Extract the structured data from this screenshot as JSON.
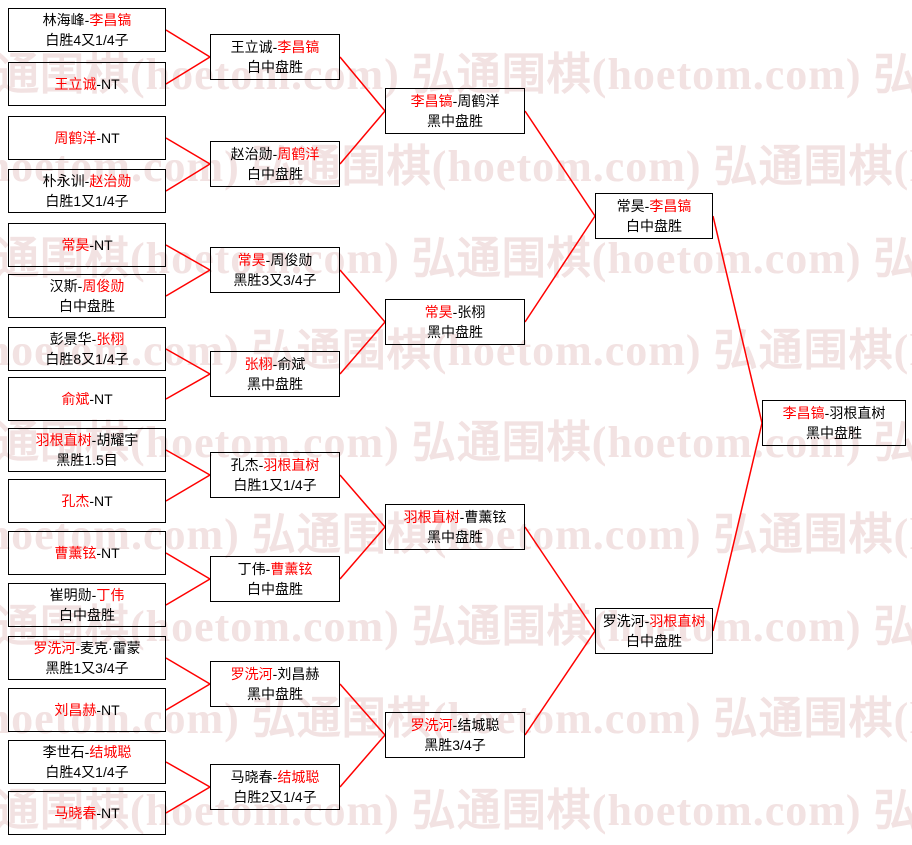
{
  "watermark": {
    "text": "弘通围棋(hoetom.com)"
  },
  "colors": {
    "red": "#ff0000",
    "black": "#000000",
    "line": "#ff0000",
    "watermark": "#f2e2e2"
  },
  "rounds": [
    {
      "matches": [
        {
          "p": [
            {
              "t": "林海峰-",
              "c": "blk"
            },
            {
              "t": "李昌镐",
              "c": "red"
            }
          ],
          "result": "白胜4又1/4子"
        },
        {
          "p": [
            {
              "t": "王立诚",
              "c": "red"
            },
            {
              "t": "-NT",
              "c": "blk"
            }
          ],
          "result": ""
        },
        {
          "p": [
            {
              "t": "周鹤洋",
              "c": "red"
            },
            {
              "t": "-NT",
              "c": "blk"
            }
          ],
          "result": ""
        },
        {
          "p": [
            {
              "t": "朴永训-",
              "c": "blk"
            },
            {
              "t": "赵治勋",
              "c": "red"
            }
          ],
          "result": "白胜1又1/4子"
        },
        {
          "p": [
            {
              "t": "常昊",
              "c": "red"
            },
            {
              "t": "-NT",
              "c": "blk"
            }
          ],
          "result": ""
        },
        {
          "p": [
            {
              "t": "汉斯-",
              "c": "blk"
            },
            {
              "t": "周俊勋",
              "c": "red"
            }
          ],
          "result": "白中盘胜"
        },
        {
          "p": [
            {
              "t": "彭景华-",
              "c": "blk"
            },
            {
              "t": "张栩",
              "c": "red"
            }
          ],
          "result": "白胜8又1/4子"
        },
        {
          "p": [
            {
              "t": "俞斌",
              "c": "red"
            },
            {
              "t": "-NT",
              "c": "blk"
            }
          ],
          "result": ""
        },
        {
          "p": [
            {
              "t": "羽根直树",
              "c": "red"
            },
            {
              "t": "-胡耀宇",
              "c": "blk"
            }
          ],
          "result": "黑胜1.5目"
        },
        {
          "p": [
            {
              "t": "孔杰",
              "c": "red"
            },
            {
              "t": "-NT",
              "c": "blk"
            }
          ],
          "result": ""
        },
        {
          "p": [
            {
              "t": "曹薰铉",
              "c": "red"
            },
            {
              "t": "-NT",
              "c": "blk"
            }
          ],
          "result": ""
        },
        {
          "p": [
            {
              "t": "崔明勋-",
              "c": "blk"
            },
            {
              "t": "丁伟",
              "c": "red"
            }
          ],
          "result": "白中盘胜"
        },
        {
          "p": [
            {
              "t": "罗洗河",
              "c": "red"
            },
            {
              "t": "-麦克·雷蒙",
              "c": "blk"
            }
          ],
          "result": "黑胜1又3/4子"
        },
        {
          "p": [
            {
              "t": "刘昌赫",
              "c": "red"
            },
            {
              "t": "-NT",
              "c": "blk"
            }
          ],
          "result": ""
        },
        {
          "p": [
            {
              "t": "李世石-",
              "c": "blk"
            },
            {
              "t": "结城聪",
              "c": "red"
            }
          ],
          "result": "白胜4又1/4子"
        },
        {
          "p": [
            {
              "t": "马晓春",
              "c": "red"
            },
            {
              "t": "-NT",
              "c": "blk"
            }
          ],
          "result": ""
        }
      ]
    },
    {
      "matches": [
        {
          "p": [
            {
              "t": "王立诚-",
              "c": "blk"
            },
            {
              "t": "李昌镐",
              "c": "red"
            }
          ],
          "result": "白中盘胜"
        },
        {
          "p": [
            {
              "t": "赵治勋-",
              "c": "blk"
            },
            {
              "t": "周鹤洋",
              "c": "red"
            }
          ],
          "result": "白中盘胜"
        },
        {
          "p": [
            {
              "t": "常昊",
              "c": "red"
            },
            {
              "t": "-周俊勋",
              "c": "blk"
            }
          ],
          "result": "黑胜3又3/4子"
        },
        {
          "p": [
            {
              "t": "张栩",
              "c": "red"
            },
            {
              "t": "-俞斌",
              "c": "blk"
            }
          ],
          "result": "黑中盘胜"
        },
        {
          "p": [
            {
              "t": "孔杰-",
              "c": "blk"
            },
            {
              "t": "羽根直树",
              "c": "red"
            }
          ],
          "result": "白胜1又1/4子"
        },
        {
          "p": [
            {
              "t": "丁伟-",
              "c": "blk"
            },
            {
              "t": "曹薰铉",
              "c": "red"
            }
          ],
          "result": "白中盘胜"
        },
        {
          "p": [
            {
              "t": "罗洗河",
              "c": "red"
            },
            {
              "t": "-刘昌赫",
              "c": "blk"
            }
          ],
          "result": "黑中盘胜"
        },
        {
          "p": [
            {
              "t": "马晓春-",
              "c": "blk"
            },
            {
              "t": "结城聪",
              "c": "red"
            }
          ],
          "result": "白胜2又1/4子"
        }
      ]
    },
    {
      "matches": [
        {
          "p": [
            {
              "t": "李昌镐",
              "c": "red"
            },
            {
              "t": "-周鹤洋",
              "c": "blk"
            }
          ],
          "result": "黑中盘胜"
        },
        {
          "p": [
            {
              "t": "常昊",
              "c": "red"
            },
            {
              "t": "-张栩",
              "c": "blk"
            }
          ],
          "result": "黑中盘胜"
        },
        {
          "p": [
            {
              "t": "羽根直树",
              "c": "red"
            },
            {
              "t": "-曹薰铉",
              "c": "blk"
            }
          ],
          "result": "黑中盘胜"
        },
        {
          "p": [
            {
              "t": "罗洗河",
              "c": "red"
            },
            {
              "t": "-结城聪",
              "c": "blk"
            }
          ],
          "result": "黑胜3/4子"
        }
      ]
    },
    {
      "matches": [
        {
          "p": [
            {
              "t": "常昊-",
              "c": "blk"
            },
            {
              "t": "李昌镐",
              "c": "red"
            }
          ],
          "result": "白中盘胜"
        },
        {
          "p": [
            {
              "t": "罗洗河-",
              "c": "blk"
            },
            {
              "t": "羽根直树",
              "c": "red"
            }
          ],
          "result": "白中盘胜"
        }
      ]
    },
    {
      "matches": [
        {
          "p": [
            {
              "t": "李昌镐",
              "c": "red"
            },
            {
              "t": "-羽根直树",
              "c": "blk"
            }
          ],
          "result": "黑中盘胜"
        }
      ]
    }
  ],
  "links": [
    [
      "r1m1",
      "r2m1"
    ],
    [
      "r1m2",
      "r2m1"
    ],
    [
      "r1m3",
      "r2m2"
    ],
    [
      "r1m4",
      "r2m2"
    ],
    [
      "r1m5",
      "r2m3"
    ],
    [
      "r1m6",
      "r2m3"
    ],
    [
      "r1m7",
      "r2m4"
    ],
    [
      "r1m8",
      "r2m4"
    ],
    [
      "r1m9",
      "r2m5"
    ],
    [
      "r1m10",
      "r2m5"
    ],
    [
      "r1m11",
      "r2m6"
    ],
    [
      "r1m12",
      "r2m6"
    ],
    [
      "r1m13",
      "r2m7"
    ],
    [
      "r1m14",
      "r2m7"
    ],
    [
      "r1m15",
      "r2m8"
    ],
    [
      "r1m16",
      "r2m8"
    ],
    [
      "r2m1",
      "r3m1"
    ],
    [
      "r2m2",
      "r3m1"
    ],
    [
      "r2m3",
      "r3m2"
    ],
    [
      "r2m4",
      "r3m2"
    ],
    [
      "r2m5",
      "r3m3"
    ],
    [
      "r2m6",
      "r3m3"
    ],
    [
      "r2m7",
      "r3m4"
    ],
    [
      "r2m8",
      "r3m4"
    ],
    [
      "r3m1",
      "r4m1"
    ],
    [
      "r3m2",
      "r4m1"
    ],
    [
      "r3m3",
      "r4m2"
    ],
    [
      "r3m4",
      "r4m2"
    ],
    [
      "r4m1",
      "r5m1"
    ],
    [
      "r4m2",
      "r5m1"
    ]
  ]
}
